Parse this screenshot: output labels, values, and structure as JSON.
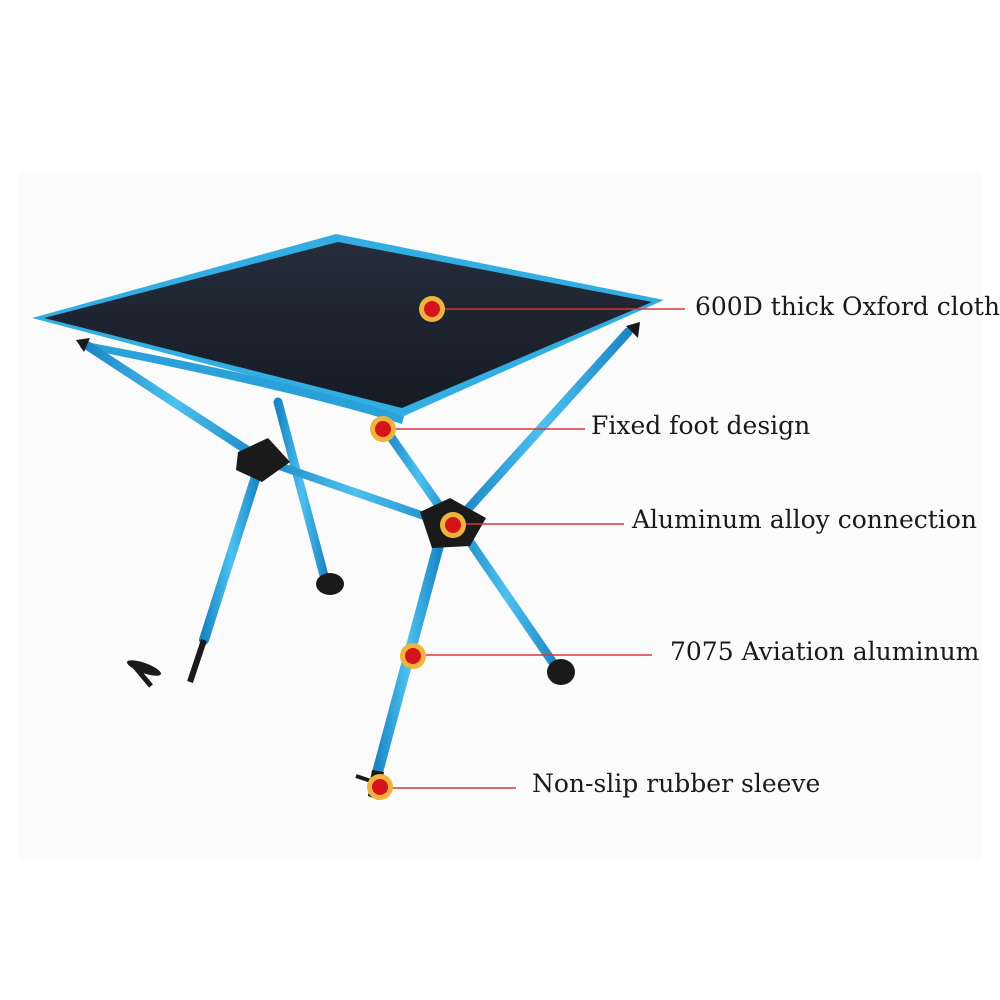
{
  "callouts": [
    {
      "label": "600D thick Oxford cloth"
    },
    {
      "label": "Fixed foot design"
    },
    {
      "label": "Aluminum alloy connection"
    },
    {
      "label": "7075 Aviation aluminum"
    },
    {
      "label": "Non-slip rubber sleeve"
    }
  ],
  "colors": {
    "tabletop": "#1c2330",
    "frame": "#2fa7dc",
    "frame_edge": "#1677b0",
    "joint": "#1a1a1a",
    "marker_ring": "#f2b33d",
    "marker_core": "#d4141a",
    "leader_line": "#d9343a",
    "label_text": "#1a1a1a"
  }
}
